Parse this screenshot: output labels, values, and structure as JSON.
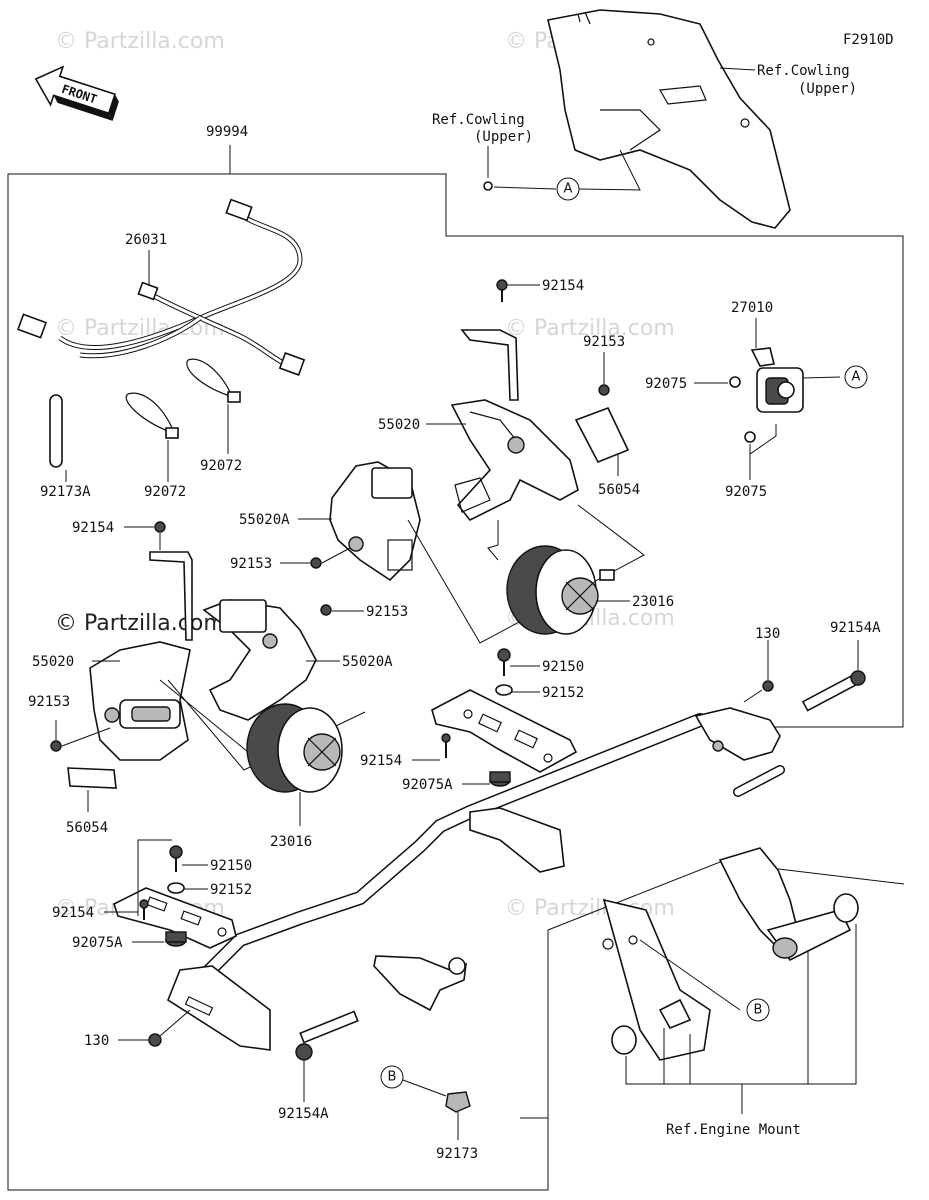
{
  "diagram_code": "F2910D",
  "front_label": "FRONT",
  "watermark": "© Partzilla.com",
  "watermark_prominent": "© Partzilla.com",
  "ref_cowling_upper_right": [
    "Ref.Cowling",
    "(Upper)"
  ],
  "ref_cowling_upper_left": [
    "Ref.Cowling",
    "(Upper)"
  ],
  "ref_engine_mount": "Ref.Engine Mount",
  "callouts": {
    "a1": "A",
    "a2": "A",
    "b1": "B",
    "b2": "B"
  },
  "part_labels": {
    "p99994": "99994",
    "p26031": "26031",
    "p92173A": "92173A",
    "p92072a": "92072",
    "p92072b": "92072",
    "p92154_top": "92154",
    "p92153_top": "92153",
    "p55020_top": "55020",
    "p56054_top": "56054",
    "p27010": "27010",
    "p92075_a": "92075",
    "p92075_b": "92075",
    "p92154_left": "92154",
    "p55020A_top": "55020A",
    "p92153_mid": "92153",
    "p23016_right": "23016",
    "p92153_mid2": "92153",
    "p55020_left": "55020",
    "p55020A_mid": "55020A",
    "p92153_left": "92153",
    "p56054_left": "56054",
    "p23016_left": "23016",
    "p92150_right": "92150",
    "p92152_right": "92152",
    "p92154_right": "92154",
    "p92075A_right": "92075A",
    "p130_right": "130",
    "p92154A_right": "92154A",
    "p92150_left": "92150",
    "p92152_left": "92152",
    "p92154_lower": "92154",
    "p92075A_left": "92075A",
    "p130_left": "130",
    "p92154A_bottom": "92154A",
    "p92173": "92173"
  }
}
